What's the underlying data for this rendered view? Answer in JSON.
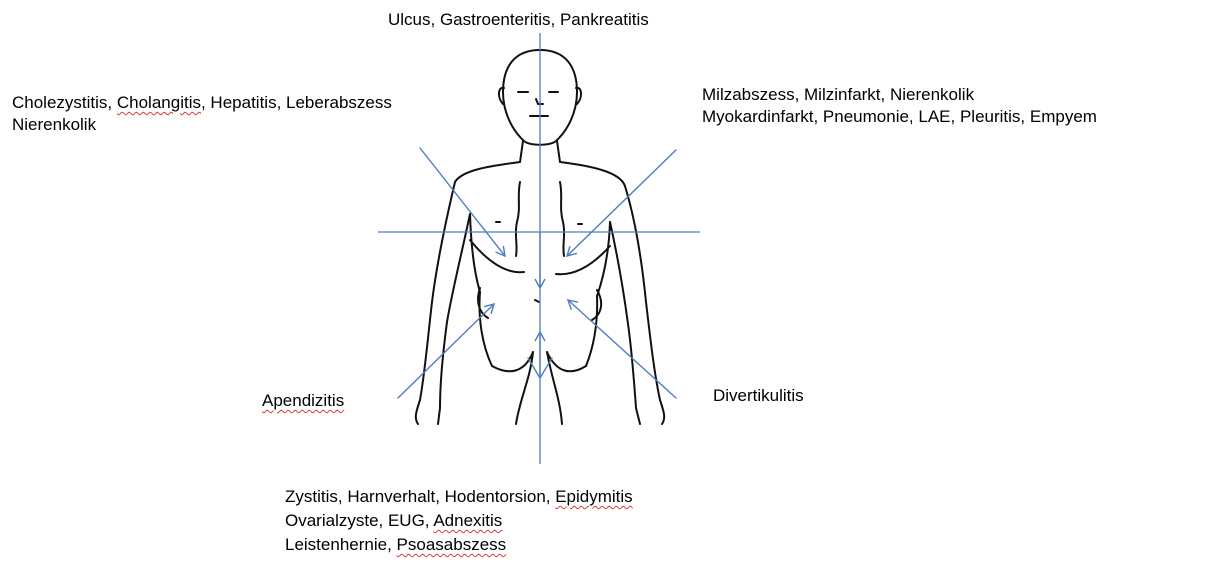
{
  "labels": {
    "top": "Ulcus, Gastroenteritis, Pankreatitis",
    "upper_left": {
      "line1": [
        {
          "text": "Cholezystitis, "
        },
        {
          "text": "Cholangitis",
          "spell": true
        },
        {
          "text": ", Hepatitis, Leberabszess"
        }
      ],
      "line2": "Nierenkolik"
    },
    "upper_right": {
      "line1": "Milzabszess, Milzinfarkt, Nierenkolik",
      "line2": "Myokardinfarkt, Pneumonie, LAE, Pleuritis,  Empyem"
    },
    "lower_left": "Apendizitis",
    "lower_right": "Divertikulitis",
    "bottom": {
      "line1": [
        {
          "text": "Zystitis, Harnverhalt, Hodentorsion, "
        },
        {
          "text": "Epidymitis",
          "spell": true
        }
      ],
      "line2": [
        {
          "text": "Ovarialzyste, EUG, "
        },
        {
          "text": "Adnexitis",
          "spell": true
        }
      ],
      "line3": [
        {
          "text": "Leistenhernie, "
        },
        {
          "text": "Psoasabszess",
          "spell": true
        }
      ]
    }
  },
  "colors": {
    "arrows": "#4f7dc0",
    "outline": "#111111",
    "spellcheck_underline": "#d83a3a"
  }
}
